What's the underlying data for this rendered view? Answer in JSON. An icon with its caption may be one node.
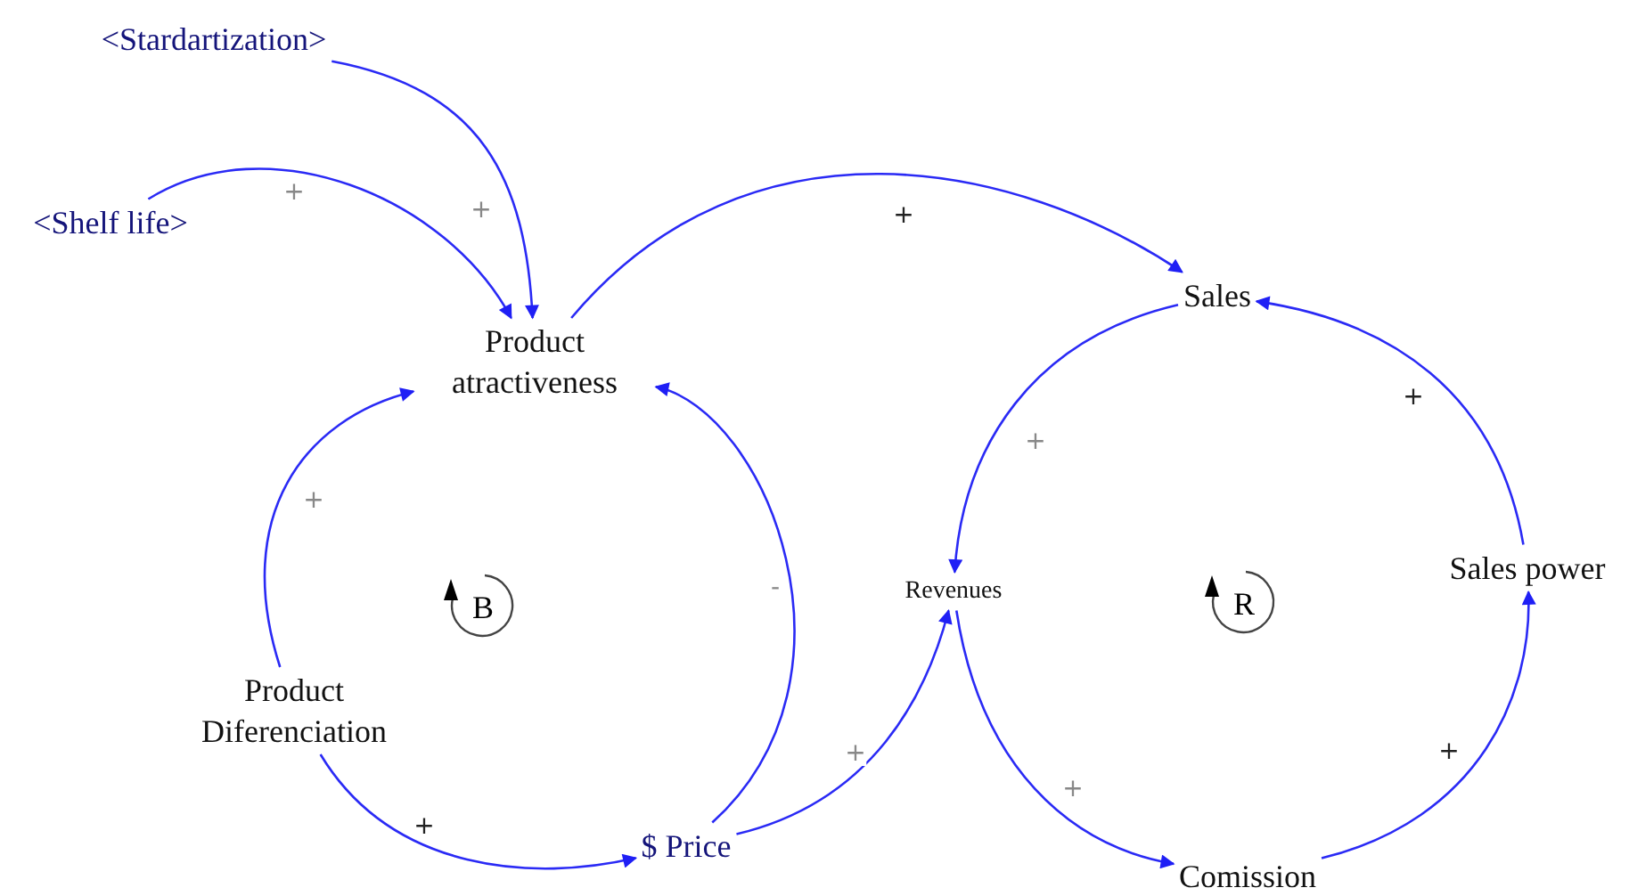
{
  "diagram": {
    "nodes": [
      {
        "text": [
          "<Stardartization>"
        ]
      },
      {
        "text": [
          "<Shelf life>"
        ]
      },
      {
        "text": [
          "Product atractiveness"
        ]
      },
      {
        "text": [
          "Sales"
        ]
      },
      {
        "text": [
          "Revenues"
        ]
      },
      {
        "text": [
          "Sales power"
        ]
      },
      {
        "text": [
          "Comission"
        ]
      },
      {
        "text": [
          "$ Price"
        ]
      },
      {
        "text": [
          "Product Diferenciation"
        ]
      }
    ],
    "edges": [
      {
        "from": 0,
        "to": 2,
        "arrow": "to",
        "label": "+"
      },
      {
        "from": 1,
        "to": 2,
        "arrow": "to",
        "label": "+"
      },
      {
        "from": 2,
        "to": 3,
        "arrow": "to",
        "label": "+"
      },
      {
        "from": 3,
        "to": 4,
        "arrow": "to",
        "label": "+"
      },
      {
        "from": 4,
        "to": 6,
        "arrow": "to",
        "label": "+"
      },
      {
        "from": 6,
        "to": 5,
        "arrow": "to",
        "label": "+"
      },
      {
        "from": 5,
        "to": 3,
        "arrow": "to",
        "label": "+"
      },
      {
        "from": 7,
        "to": 4,
        "arrow": "to",
        "label": "+"
      },
      {
        "from": 7,
        "to": 2,
        "arrow": "to",
        "label": "-"
      },
      {
        "from": 8,
        "to": 2,
        "arrow": "to",
        "label": "+"
      },
      {
        "from": 8,
        "to": 7,
        "arrow": "to",
        "label": "+"
      }
    ],
    "labels": [
      "B",
      "R"
    ]
  }
}
